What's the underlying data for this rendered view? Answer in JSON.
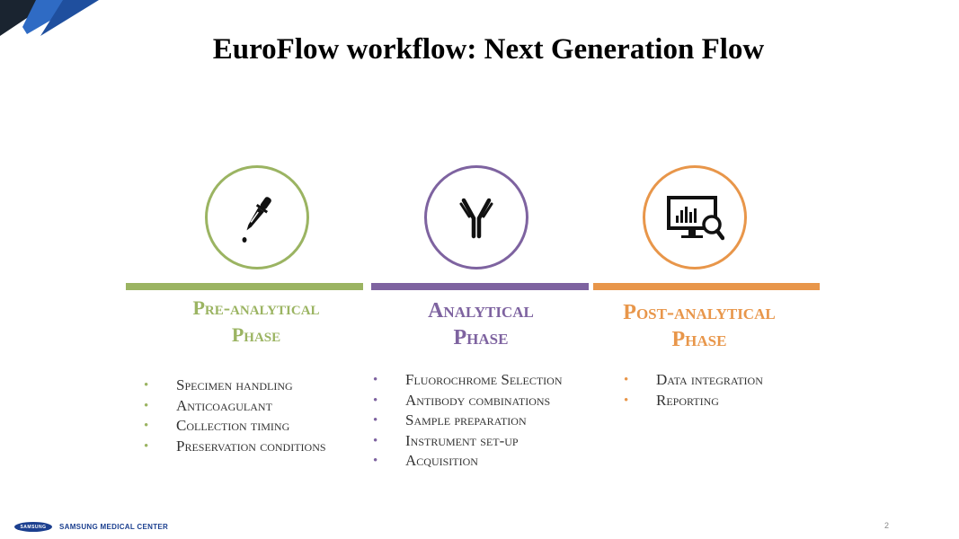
{
  "slide": {
    "title": "EuroFlow workflow: Next Generation Flow",
    "page_number": "2"
  },
  "phases": [
    {
      "heading_line1": "Pre-analytical",
      "heading_line2": "Phase",
      "color": "#9bb462",
      "icon": "pipette-dropper-icon",
      "items": [
        "Specimen handling",
        "Anticoagulant",
        "Collection timing",
        "Preservation conditions"
      ]
    },
    {
      "heading_line1": "Analytical",
      "heading_line2": "Phase",
      "color": "#7e63a0",
      "icon": "antibody-icon",
      "items": [
        "Fluorochrome Selection",
        "Antibody combinations",
        "Sample preparation",
        "Instrument set-up",
        "Acquisition"
      ]
    },
    {
      "heading_line1": "Post-analytical",
      "heading_line2": "Phase",
      "color": "#e8964a",
      "icon": "data-analysis-monitor-icon",
      "items": [
        "Data integration",
        "Reporting"
      ]
    }
  ],
  "footer": {
    "logo_text": "SAMSUNG",
    "organization": "SAMSUNG MEDICAL CENTER"
  }
}
